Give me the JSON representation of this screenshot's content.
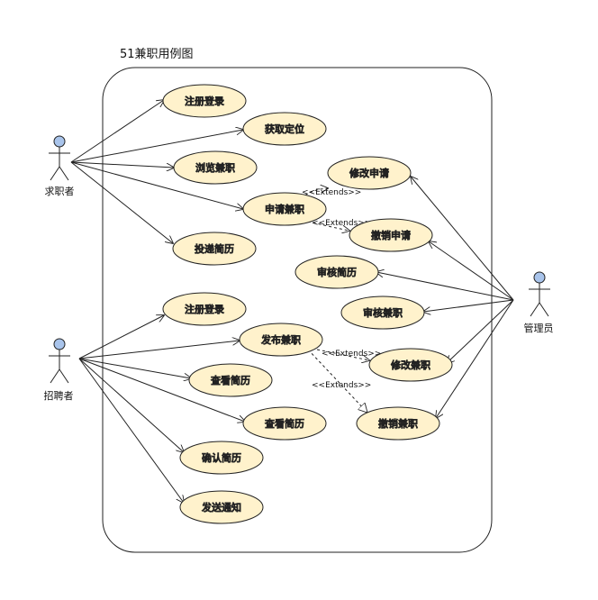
{
  "diagram": {
    "title": "51兼职用例图",
    "colors": {
      "usecase_fill": "#fff2cc",
      "actor_head": "#a9c4eb",
      "stroke": "#222222"
    }
  },
  "actors": {
    "jobseeker": "求职者",
    "recruiter": "招聘者",
    "admin": "管理员"
  },
  "usecases": {
    "register_seeker": "注册登录",
    "get_location": "获取定位",
    "browse_jobs": "浏览兼职",
    "apply_job": "申请兼职",
    "submit_resume": "投递简历",
    "modify_application": "修改申请",
    "cancel_application": "撤销申请",
    "review_resume": "审核简历",
    "review_job": "审核兼职",
    "register_recruiter": "注册登录",
    "publish_job": "发布兼职",
    "view_resume_1": "查看简历",
    "view_resume_2": "查看简历",
    "confirm_resume": "确认简历",
    "send_notice": "发送通知",
    "modify_job": "修改兼职",
    "cancel_job": "撤销兼职"
  },
  "relations": {
    "extends_label": "<<Extends>>"
  }
}
